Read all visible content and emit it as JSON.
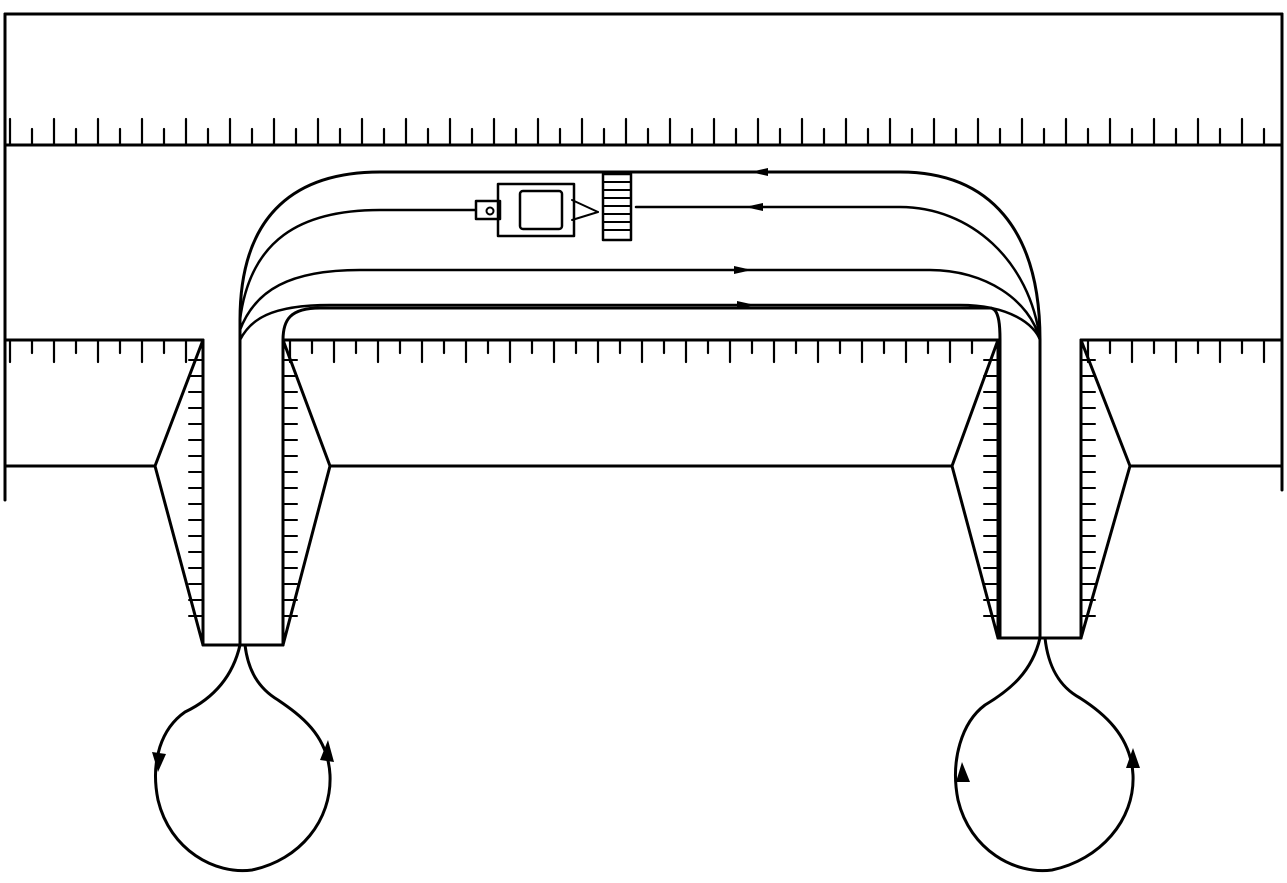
{
  "diagram": {
    "colors": {
      "ink": "#000000",
      "paper": "#ffffff"
    },
    "elements": [
      "upper-ruled-band",
      "lower-ruled-band",
      "left-trapezoid-support",
      "right-trapezoid-support",
      "u-shaped-channel",
      "flow-lines",
      "flow-direction-arrows",
      "shuttle-vehicle",
      "left-loop-circle",
      "right-loop-circle"
    ],
    "labels": []
  }
}
